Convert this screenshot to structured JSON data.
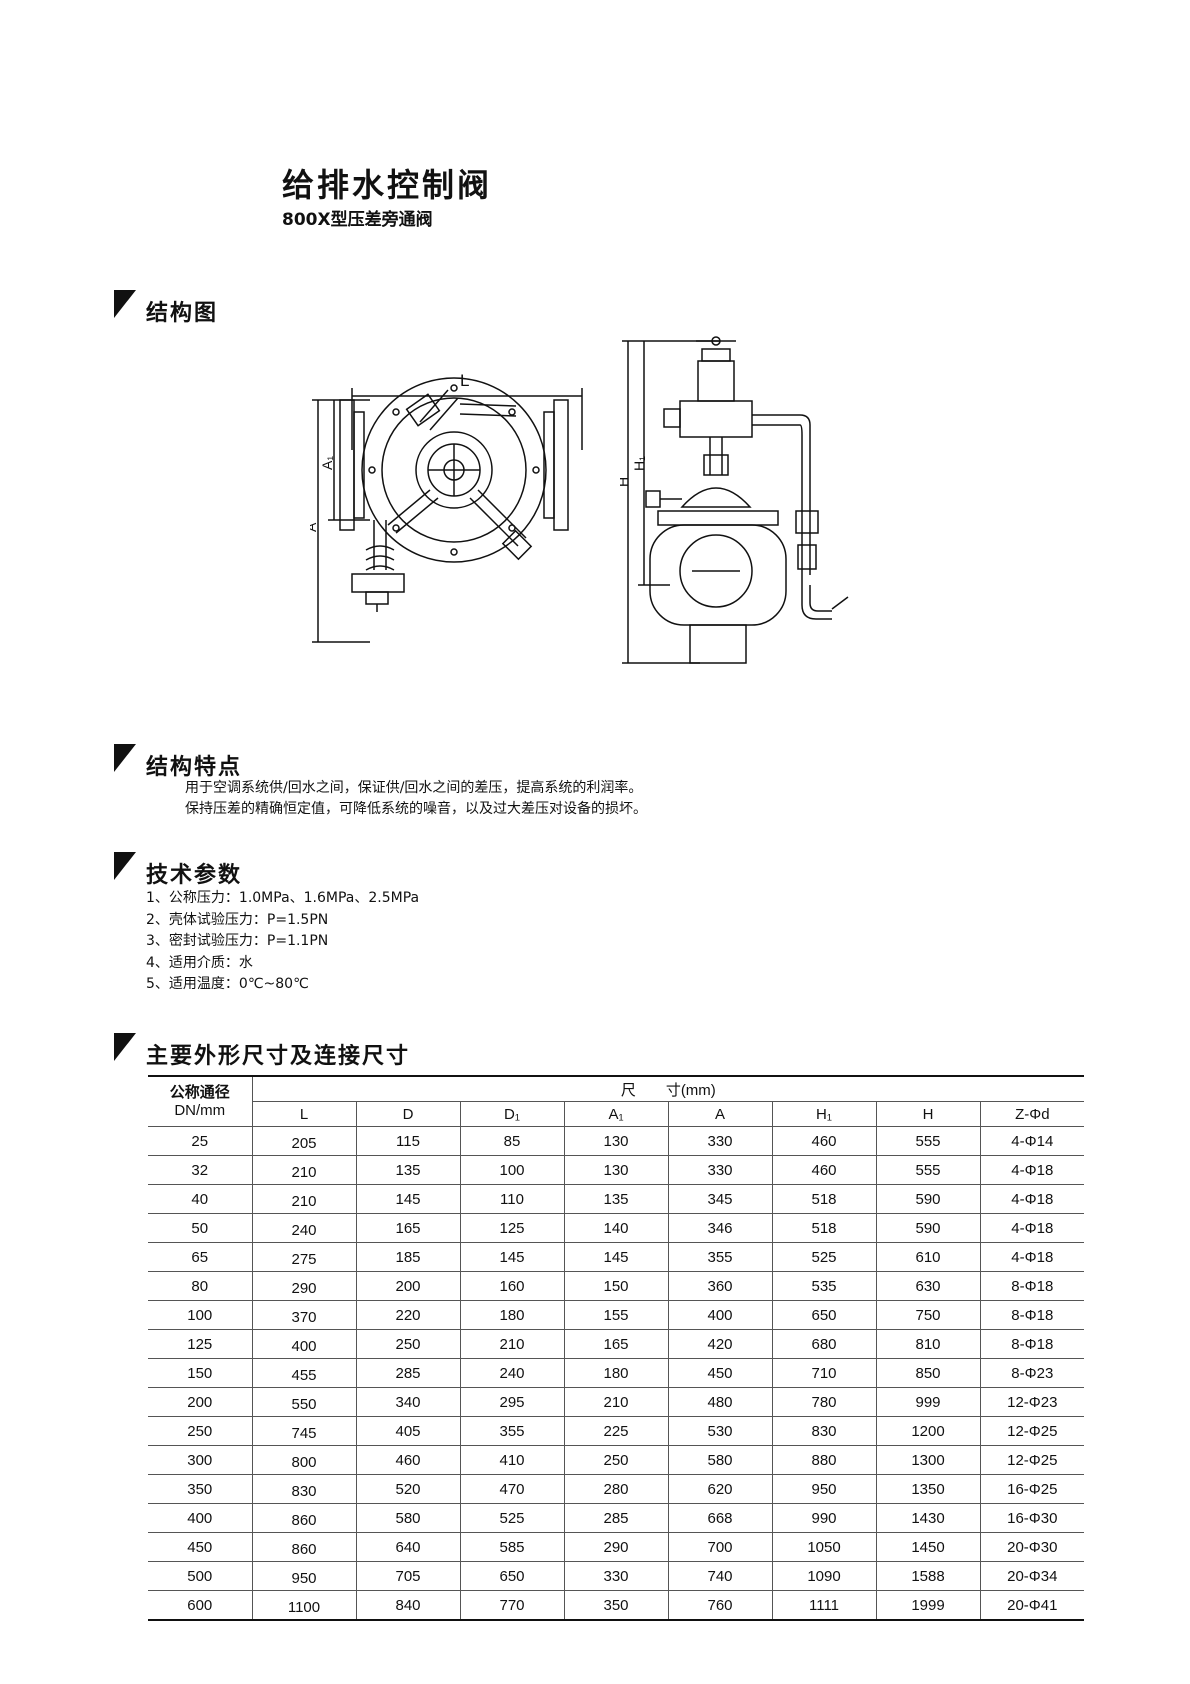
{
  "header": {
    "title": "给排水控制阀",
    "subtitle": "800X型压差旁通阀"
  },
  "sections": {
    "structure_drawing": "结构图",
    "features": "结构特点",
    "tech_params": "技术参数",
    "dimensions": "主要外形尺寸及连接尺寸"
  },
  "drawing_labels": {
    "L": "L",
    "A1": "A₁",
    "A": "A",
    "H": "H",
    "H1": "H₁"
  },
  "features": {
    "line1": "用于空调系统供/回水之间，保证供/回水之间的差压，提高系统的利润率。",
    "line2": "保持压差的精确恒定值，可降低系统的噪音，以及过大差压对设备的损坏。"
  },
  "tech_params": [
    "1、公称压力：1.0MPa、1.6MPa、2.5MPa",
    "2、壳体试验压力：P=1.5PN",
    "3、密封试验压力：P=1.1PN",
    "4、适用介质：水",
    "5、适用温度：0℃~80℃"
  ],
  "table": {
    "dn_header_line1": "公称通径",
    "dn_header_line2": "DN/mm",
    "dim_header": "尺　　寸(mm)",
    "columns": [
      "L",
      "D",
      "D₁",
      "A₁",
      "A",
      "H₁",
      "H",
      "Z-Φd"
    ],
    "rows": [
      [
        "25",
        "205",
        "115",
        "85",
        "130",
        "330",
        "460",
        "555",
        "4-Φ14"
      ],
      [
        "32",
        "210",
        "135",
        "100",
        "130",
        "330",
        "460",
        "555",
        "4-Φ18"
      ],
      [
        "40",
        "210",
        "145",
        "110",
        "135",
        "345",
        "518",
        "590",
        "4-Φ18"
      ],
      [
        "50",
        "240",
        "165",
        "125",
        "140",
        "346",
        "518",
        "590",
        "4-Φ18"
      ],
      [
        "65",
        "275",
        "185",
        "145",
        "145",
        "355",
        "525",
        "610",
        "4-Φ18"
      ],
      [
        "80",
        "290",
        "200",
        "160",
        "150",
        "360",
        "535",
        "630",
        "8-Φ18"
      ],
      [
        "100",
        "370",
        "220",
        "180",
        "155",
        "400",
        "650",
        "750",
        "8-Φ18"
      ],
      [
        "125",
        "400",
        "250",
        "210",
        "165",
        "420",
        "680",
        "810",
        "8-Φ18"
      ],
      [
        "150",
        "455",
        "285",
        "240",
        "180",
        "450",
        "710",
        "850",
        "8-Φ23"
      ],
      [
        "200",
        "550",
        "340",
        "295",
        "210",
        "480",
        "780",
        "999",
        "12-Φ23"
      ],
      [
        "250",
        "745",
        "405",
        "355",
        "225",
        "530",
        "830",
        "1200",
        "12-Φ25"
      ],
      [
        "300",
        "800",
        "460",
        "410",
        "250",
        "580",
        "880",
        "1300",
        "12-Φ25"
      ],
      [
        "350",
        "830",
        "520",
        "470",
        "280",
        "620",
        "950",
        "1350",
        "16-Φ25"
      ],
      [
        "400",
        "860",
        "580",
        "525",
        "285",
        "668",
        "990",
        "1430",
        "16-Φ30"
      ],
      [
        "450",
        "860",
        "640",
        "585",
        "290",
        "700",
        "1050",
        "1450",
        "20-Φ30"
      ],
      [
        "500",
        "950",
        "705",
        "650",
        "330",
        "740",
        "1090",
        "1588",
        "20-Φ34"
      ],
      [
        "600",
        "1100",
        "840",
        "770",
        "350",
        "760",
        "1111",
        "1999",
        "20-Φ41"
      ]
    ]
  }
}
